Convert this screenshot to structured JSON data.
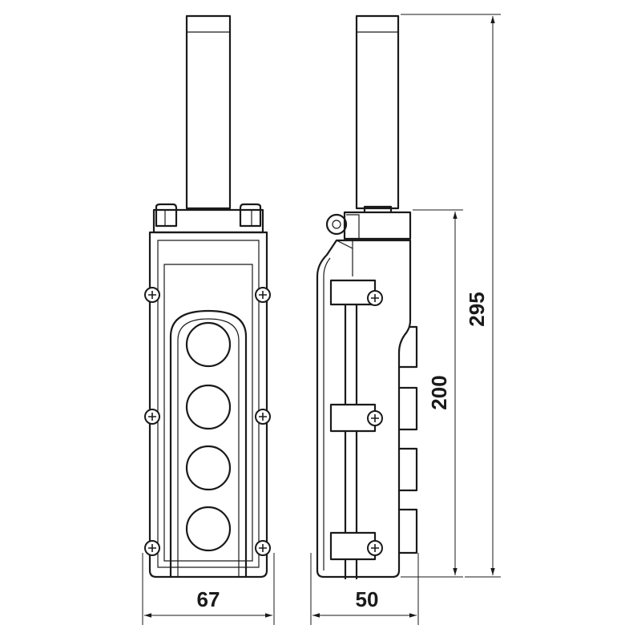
{
  "dimensions": {
    "width_front": "67",
    "width_side": "50",
    "height_body": "200",
    "height_total": "295"
  },
  "front_view": {
    "button_count": 4
  }
}
